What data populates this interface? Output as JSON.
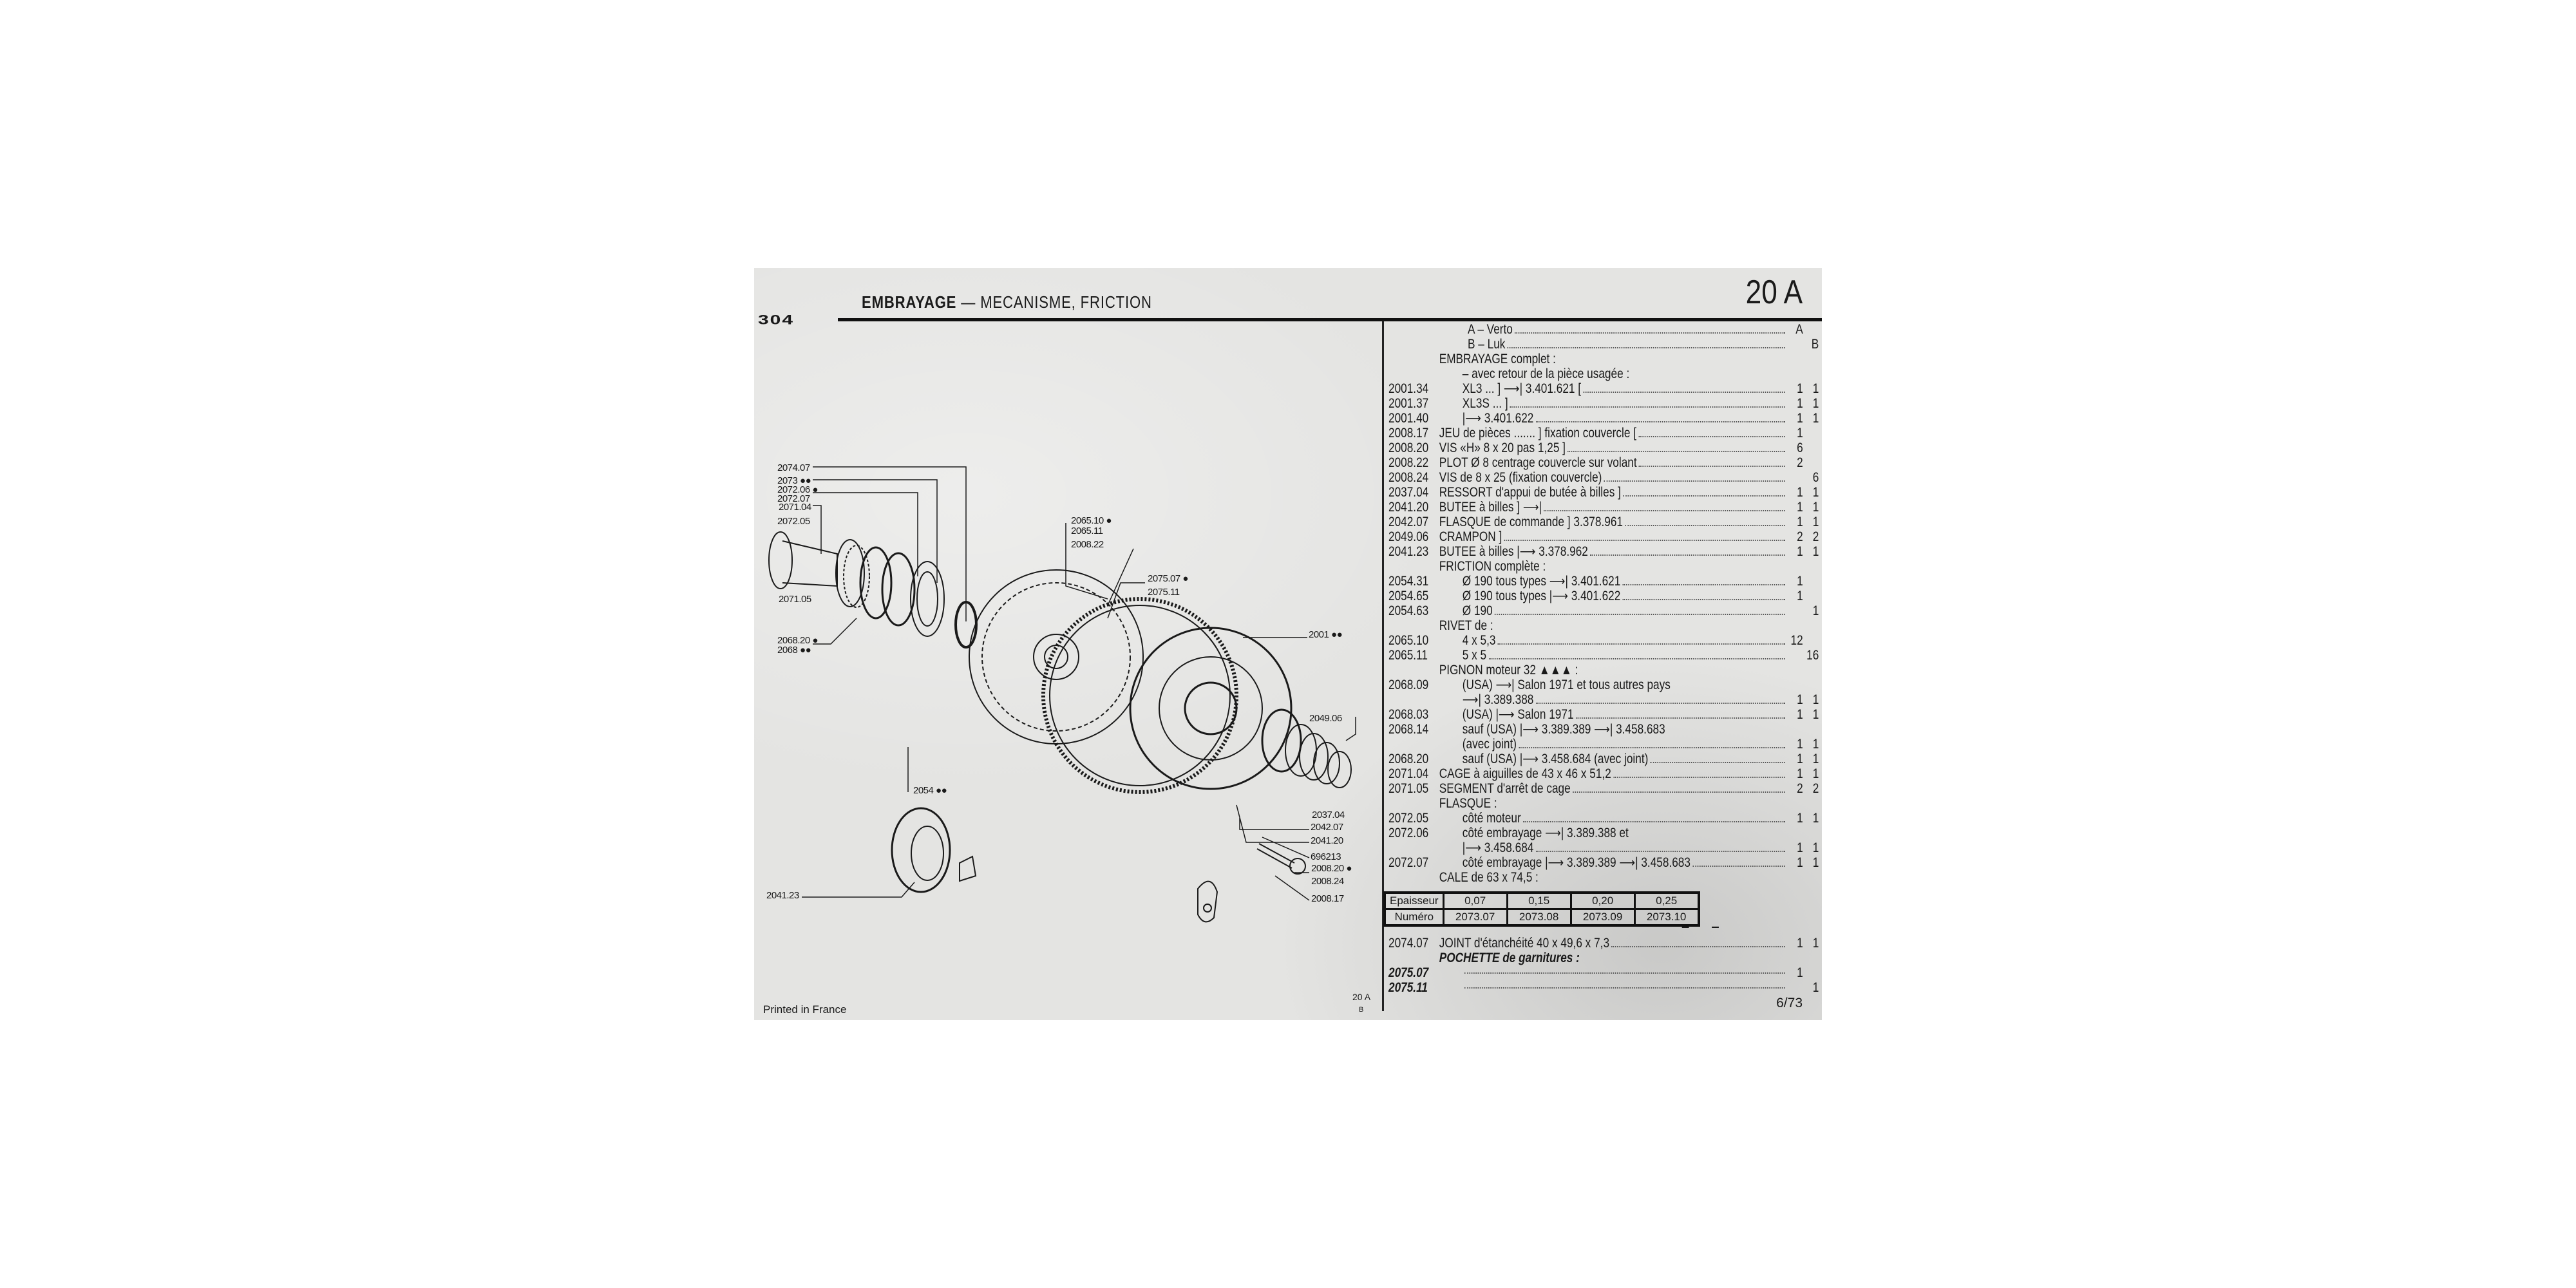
{
  "header": {
    "title_bold": "EMBRAYAGE",
    "title_rest": " — MECANISME, FRICTION",
    "section": "20 A",
    "model": "304"
  },
  "list": [
    {
      "ref": "",
      "desc": "A – Verto",
      "indent": 3,
      "qa": "A",
      "qb": "",
      "lead": true
    },
    {
      "ref": "",
      "desc": "B – Luk",
      "indent": 3,
      "qa": "",
      "qb": "B",
      "lead": true
    },
    {
      "ref": "",
      "desc": "EMBRAYAGE complet :",
      "indent": 1,
      "qa": "",
      "qb": "",
      "lead": false
    },
    {
      "ref": "",
      "desc": "– avec retour de la pièce usagée :",
      "indent": 2,
      "qa": "",
      "qb": "",
      "lead": false
    },
    {
      "ref": "2001.34",
      "desc": "XL3 ... ] ⟶| 3.401.621 [",
      "indent": 2,
      "qa": "1",
      "qb": "1",
      "lead": true
    },
    {
      "ref": "2001.37",
      "desc": "XL3S ... ]",
      "indent": 2,
      "qa": "1",
      "qb": "1",
      "lead": true
    },
    {
      "ref": "2001.40",
      "desc": "|⟶ 3.401.622",
      "indent": 2,
      "qa": "1",
      "qb": "1",
      "lead": true
    },
    {
      "ref": "2008.17",
      "desc": "JEU de pièces ....... ] fixation couvercle [",
      "indent": 1,
      "qa": "1",
      "qb": "",
      "lead": true
    },
    {
      "ref": "2008.20",
      "desc": "VIS «H» 8 x 20 pas 1,25 ]",
      "indent": 1,
      "qa": "6",
      "qb": "",
      "lead": true
    },
    {
      "ref": "2008.22",
      "desc": "PLOT Ø 8 centrage couvercle sur volant",
      "indent": 1,
      "qa": "2",
      "qb": "",
      "lead": true
    },
    {
      "ref": "2008.24",
      "desc": "VIS de 8 x 25 (fixation couvercle)",
      "indent": 1,
      "qa": "",
      "qb": "6",
      "lead": true
    },
    {
      "ref": "2037.04",
      "desc": "RESSORT d'appui de butée à billes ]",
      "indent": 1,
      "qa": "1",
      "qb": "1",
      "lead": true
    },
    {
      "ref": "2041.20",
      "desc": "BUTEE à billes ] ⟶|",
      "indent": 1,
      "qa": "1",
      "qb": "1",
      "lead": true
    },
    {
      "ref": "2042.07",
      "desc": "FLASQUE de commande ] 3.378.961",
      "indent": 1,
      "qa": "1",
      "qb": "1",
      "lead": true
    },
    {
      "ref": "2049.06",
      "desc": "CRAMPON ]",
      "indent": 1,
      "qa": "2",
      "qb": "2",
      "lead": true
    },
    {
      "ref": "2041.23",
      "desc": "BUTEE à billes |⟶ 3.378.962",
      "indent": 1,
      "qa": "1",
      "qb": "1",
      "lead": true
    },
    {
      "ref": "",
      "desc": "FRICTION complète :",
      "indent": 1,
      "qa": "",
      "qb": "",
      "lead": false
    },
    {
      "ref": "2054.31",
      "desc": "Ø 190 tous types ⟶| 3.401.621",
      "indent": 2,
      "qa": "1",
      "qb": "",
      "lead": true
    },
    {
      "ref": "2054.65",
      "desc": "Ø 190 tous types |⟶ 3.401.622",
      "indent": 2,
      "qa": "1",
      "qb": "",
      "lead": true
    },
    {
      "ref": "2054.63",
      "desc": "Ø 190",
      "indent": 2,
      "qa": "",
      "qb": "1",
      "lead": true
    },
    {
      "ref": "",
      "desc": "RIVET de :",
      "indent": 1,
      "qa": "",
      "qb": "",
      "lead": false
    },
    {
      "ref": "2065.10",
      "desc": "4 x 5,3",
      "indent": 2,
      "qa": "12",
      "qb": "",
      "lead": true
    },
    {
      "ref": "2065.11",
      "desc": "5 x 5",
      "indent": 2,
      "qa": "",
      "qb": "16",
      "lead": true
    },
    {
      "ref": "",
      "desc": "PIGNON moteur 32 ▲▲▲ :",
      "indent": 1,
      "qa": "",
      "qb": "",
      "lead": false
    },
    {
      "ref": "2068.09",
      "desc": "(USA) ⟶| Salon 1971 et tous autres pays",
      "indent": 2,
      "qa": "",
      "qb": "",
      "lead": false
    },
    {
      "ref": "",
      "desc": "⟶| 3.389.388",
      "indent": 2,
      "qa": "1",
      "qb": "1",
      "lead": true
    },
    {
      "ref": "2068.03",
      "desc": "(USA) |⟶ Salon 1971",
      "indent": 2,
      "qa": "1",
      "qb": "1",
      "lead": true
    },
    {
      "ref": "2068.14",
      "desc": "sauf (USA) |⟶ 3.389.389 ⟶| 3.458.683",
      "indent": 2,
      "qa": "",
      "qb": "",
      "lead": false
    },
    {
      "ref": "",
      "desc": "(avec joint)",
      "indent": 2,
      "qa": "1",
      "qb": "1",
      "lead": true
    },
    {
      "ref": "2068.20",
      "desc": "sauf (USA) |⟶ 3.458.684 (avec joint)",
      "indent": 2,
      "qa": "1",
      "qb": "1",
      "lead": true
    },
    {
      "ref": "2071.04",
      "desc": "CAGE à aiguilles de 43 x 46 x 51,2",
      "indent": 1,
      "qa": "1",
      "qb": "1",
      "lead": true
    },
    {
      "ref": "2071.05",
      "desc": "SEGMENT d'arrêt de cage",
      "indent": 1,
      "qa": "2",
      "qb": "2",
      "lead": true
    },
    {
      "ref": "",
      "desc": "FLASQUE :",
      "indent": 1,
      "qa": "",
      "qb": "",
      "lead": false
    },
    {
      "ref": "2072.05",
      "desc": "côté moteur",
      "indent": 2,
      "qa": "1",
      "qb": "1",
      "lead": true
    },
    {
      "ref": "2072.06",
      "desc": "côté embrayage ⟶| 3.389.388 et",
      "indent": 2,
      "qa": "",
      "qb": "",
      "lead": false
    },
    {
      "ref": "",
      "desc": "|⟶ 3.458.684",
      "indent": 2,
      "qa": "1",
      "qb": "1",
      "lead": true
    },
    {
      "ref": "2072.07",
      "desc": "côté embrayage |⟶ 3.389.389 ⟶| 3.458.683",
      "indent": 2,
      "qa": "1",
      "qb": "1",
      "lead": true
    },
    {
      "ref": "",
      "desc": "CALE de 63 x 74,5 :",
      "indent": 1,
      "qa": "",
      "qb": "",
      "lead": false
    }
  ],
  "cale_table": {
    "rows": [
      [
        "Epaisseur",
        "0,07",
        "0,15",
        "0,20",
        "0,25"
      ],
      [
        "Numéro",
        "2073.07",
        "2073.08",
        "2073.09",
        "2073.10"
      ]
    ],
    "qty": "– –"
  },
  "list2": [
    {
      "ref": "2074.07",
      "desc": "JOINT d'étanchéité 40 x 49,6 x 7,3",
      "indent": 1,
      "qa": "1",
      "qb": "1",
      "lead": true
    },
    {
      "ref": "",
      "desc": "POCHETTE de garnitures :",
      "indent": 1,
      "qa": "",
      "qb": "",
      "lead": false,
      "italic": true
    },
    {
      "ref": "2075.07",
      "desc": "",
      "indent": 2,
      "qa": "1",
      "qb": "",
      "lead": true,
      "italic": true
    },
    {
      "ref": "2075.11",
      "desc": "",
      "indent": 2,
      "qa": "",
      "qb": "1",
      "lead": true,
      "italic": true
    }
  ],
  "page_number": "6/73",
  "diagram_labels": [
    "2074.07",
    "2073 ●●",
    "2072.06 ●",
    "2072.07",
    "2071.04",
    "2072.05",
    "2071.05",
    "2068.20 ●",
    "2068 ●●",
    "2065.10 ●",
    "2065.11",
    "2008.22",
    "2075.07 ●",
    "2075.11",
    "2001 ●●",
    "2049.06",
    "2037.04",
    "2042.07",
    "2041.20",
    "696213",
    "2008.20 ●",
    "2008.24",
    "2008.17",
    "2054 ●●",
    "2041.23"
  ],
  "footer": {
    "printed": "Printed in France",
    "code": "20 A",
    "sub": "B"
  }
}
